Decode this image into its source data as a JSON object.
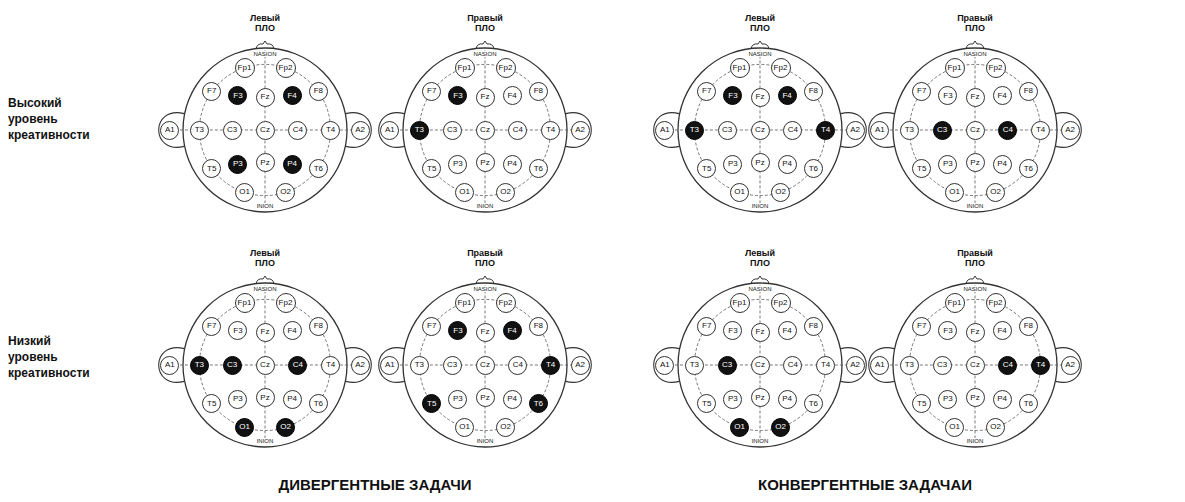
{
  "diagram": {
    "nodes": [
      {
        "text": [
          "Левый ПЛО",
          "NASION",
          "INION"
        ]
      },
      {
        "text": [
          "Fp1"
        ],
        "in": 0
      },
      {
        "text": [
          "Fp2"
        ],
        "in": 0
      },
      {
        "text": [
          "F7"
        ],
        "in": 0
      },
      {
        "text": [
          "F3"
        ],
        "in": 0
      },
      {
        "text": [
          "Fz"
        ],
        "in": 0
      },
      {
        "text": [
          "F4"
        ],
        "in": 0
      },
      {
        "text": [
          "F8"
        ],
        "in": 0
      },
      {
        "text": [
          "A1"
        ],
        "in": 0
      },
      {
        "text": [
          "T3"
        ],
        "in": 0
      },
      {
        "text": [
          "C3"
        ],
        "in": 0
      },
      {
        "text": [
          "Cz"
        ],
        "in": 0
      },
      {
        "text": [
          "C4"
        ],
        "in": 0
      },
      {
        "text": [
          "T4"
        ],
        "in": 0
      },
      {
        "text": [
          "A2"
        ],
        "in": 0
      },
      {
        "text": [
          "T5"
        ],
        "in": 0
      },
      {
        "text": [
          "P3"
        ],
        "in": 0
      },
      {
        "text": [
          "Pz"
        ],
        "in": 0
      },
      {
        "text": [
          "P4"
        ],
        "in": 0
      },
      {
        "text": [
          "T6"
        ],
        "in": 0
      },
      {
        "text": [
          "O1"
        ],
        "in": 0
      },
      {
        "text": [
          "O2"
        ],
        "in": 0
      },
      {
        "text": [
          "Правый ПЛО",
          "NASION",
          "INION"
        ]
      },
      {
        "text": [
          "Fp1"
        ],
        "in": 22
      },
      {
        "text": [
          "Fp2"
        ],
        "in": 22
      },
      {
        "text": [
          "F7"
        ],
        "in": 22
      },
      {
        "text": [
          "F3"
        ],
        "in": 22
      },
      {
        "text": [
          "Fz"
        ],
        "in": 22
      },
      {
        "text": [
          "F4"
        ],
        "in": 22
      },
      {
        "text": [
          "F8"
        ],
        "in": 22
      },
      {
        "text": [
          "A1"
        ],
        "in": 22
      },
      {
        "text": [
          "T3"
        ],
        "in": 22
      },
      {
        "text": [
          "C3"
        ],
        "in": 22
      },
      {
        "text": [
          "Cz"
        ],
        "in": 22
      },
      {
        "text": [
          "C4"
        ],
        "in": 22
      },
      {
        "text": [
          "T4"
        ],
        "in": 22
      },
      {
        "text": [
          "A2"
        ],
        "in": 22
      },
      {
        "text": [
          "T5"
        ],
        "in": 22
      },
      {
        "text": [
          "P3"
        ],
        "in": 22
      },
      {
        "text": [
          "Pz"
        ],
        "in": 22
      },
      {
        "text": [
          "P4"
        ],
        "in": 22
      },
      {
        "text": [
          "T6"
        ],
        "in": 22
      },
      {
        "text": [
          "O1"
        ],
        "in": 22
      },
      {
        "text": [
          "O2"
        ],
        "in": 22
      },
      {
        "text": [
          "Левый ПЛО",
          "NASION",
          "INION"
        ]
      },
      {
        "text": [
          "Fp1"
        ],
        "in": 44
      },
      {
        "text": [
          "Fp2"
        ],
        "in": 44
      },
      {
        "text": [
          "F7"
        ],
        "in": 44
      },
      {
        "text": [
          "F3"
        ],
        "in": 44
      },
      {
        "text": [
          "Fz"
        ],
        "in": 44
      },
      {
        "text": [
          "F4"
        ],
        "in": 44
      },
      {
        "text": [
          "F8"
        ],
        "in": 44
      },
      {
        "text": [
          "A1"
        ],
        "in": 44
      },
      {
        "text": [
          "T3"
        ],
        "in": 44
      },
      {
        "text": [
          "C3"
        ],
        "in": 44
      },
      {
        "text": [
          "Cz"
        ],
        "in": 44
      },
      {
        "text": [
          "C4"
        ],
        "in": 44
      },
      {
        "text": [
          "T4"
        ],
        "in": 44
      },
      {
        "text": [
          "A2"
        ],
        "in": 44
      },
      {
        "text": [
          "T5"
        ],
        "in": 44
      },
      {
        "text": [
          "P3"
        ],
        "in": 44
      },
      {
        "text": [
          "Pz"
        ],
        "in": 44
      },
      {
        "text": [
          "P4"
        ],
        "in": 44
      },
      {
        "text": [
          "T6"
        ],
        "in": 44
      },
      {
        "text": [
          "O1"
        ],
        "in": 44
      },
      {
        "text": [
          "O2"
        ],
        "in": 44
      },
      {
        "text": [
          "Правый ПЛО",
          "NASION",
          "INION"
        ]
      },
      {
        "text": [
          "Fp1"
        ],
        "in": 66
      },
      {
        "text": [
          "Fp2"
        ],
        "in": 66
      },
      {
        "text": [
          "F7"
        ],
        "in": 66
      },
      {
        "text": [
          "F3"
        ],
        "in": 66
      },
      {
        "text": [
          "Fz"
        ],
        "in": 66
      },
      {
        "text": [
          "F4"
        ],
        "in": 66
      },
      {
        "text": [
          "F8"
        ],
        "in": 66
      },
      {
        "text": [
          "A1"
        ],
        "in": 66
      },
      {
        "text": [
          "T3"
        ],
        "in": 66
      },
      {
        "text": [
          "C3"
        ],
        "in": 66
      },
      {
        "text": [
          "Cz"
        ],
        "in": 66
      },
      {
        "text": [
          "C4"
        ],
        "in": 66
      },
      {
        "text": [
          "T4"
        ],
        "in": 66
      },
      {
        "text": [
          "A2"
        ],
        "in": 66
      },
      {
        "text": [
          "T5"
        ],
        "in": 66
      },
      {
        "text": [
          "P3"
        ],
        "in": 66
      },
      {
        "text": [
          "Pz"
        ],
        "in": 66
      },
      {
        "text": [
          "P4"
        ],
        "in": 66
      },
      {
        "text": [
          "T6"
        ],
        "in": 66
      },
      {
        "text": [
          "O1"
        ],
        "in": 66
      },
      {
        "text": [
          "O2"
        ],
        "in": 66
      },
      {
        "text": [
          "Левый ПЛО",
          "NASION",
          "INION"
        ]
      },
      {
        "text": [
          "Fp1"
        ],
        "in": 88
      },
      {
        "text": [
          "Fp2"
        ],
        "in": 88
      },
      {
        "text": [
          "F7"
        ],
        "in": 88
      },
      {
        "text": [
          "F3"
        ],
        "in": 88
      },
      {
        "text": [
          "Fz"
        ],
        "in": 88
      },
      {
        "text": [
          "F4"
        ],
        "in": 88
      },
      {
        "text": [
          "F8"
        ],
        "in": 88
      },
      {
        "text": [
          "A1"
        ],
        "in": 88
      },
      {
        "text": [
          "T3"
        ],
        "in": 88
      },
      {
        "text": [
          "C3"
        ],
        "in": 88
      },
      {
        "text": [
          "Cz"
        ],
        "in": 88
      },
      {
        "text": [
          "C4"
        ],
        "in": 88
      },
      {
        "text": [
          "T4"
        ],
        "in": 88
      },
      {
        "text": [
          "A2"
        ],
        "in": 88
      },
      {
        "text": [
          "T5"
        ],
        "in": 88
      },
      {
        "text": [
          "P3"
        ],
        "in": 88
      },
      {
        "text": [
          "Pz"
        ],
        "in": 88
      },
      {
        "text": [
          "P4"
        ],
        "in": 88
      },
      {
        "text": [
          "T6"
        ],
        "in": 88
      },
      {
        "text": [
          "O1"
        ],
        "in": 88
      },
      {
        "text": [
          "O2"
        ],
        "in": 88
      },
      {
        "text": [
          "Правый ПЛО",
          "NASION",
          "INION"
        ]
      },
      {
        "text": [
          "Fp1"
        ],
        "in": 110
      },
      {
        "text": [
          "Fp2"
        ],
        "in": 110
      },
      {
        "text": [
          "F7"
        ],
        "in": 110
      },
      {
        "text": [
          "F3"
        ],
        "in": 110
      },
      {
        "text": [
          "Fz"
        ],
        "in": 110
      },
      {
        "text": [
          "F4"
        ],
        "in": 110
      },
      {
        "text": [
          "F8"
        ],
        "in": 110
      },
      {
        "text": [
          "A1"
        ],
        "in": 110
      },
      {
        "text": [
          "T3"
        ],
        "in": 110
      },
      {
        "text": [
          "C3"
        ],
        "in": 110
      },
      {
        "text": [
          "Cz"
        ],
        "in": 110
      },
      {
        "text": [
          "C4"
        ],
        "in": 110
      },
      {
        "text": [
          "T4"
        ],
        "in": 110
      },
      {
        "text": [
          "A2"
        ],
        "in": 110
      },
      {
        "text": [
          "T5"
        ],
        "in": 110
      },
      {
        "text": [
          "P3"
        ],
        "in": 110
      },
      {
        "text": [
          "Pz"
        ],
        "in": 110
      },
      {
        "text": [
          "P4"
        ],
        "in": 110
      },
      {
        "text": [
          "T6"
        ],
        "in": 110
      },
      {
        "text": [
          "O1"
        ],
        "in": 110
      },
      {
        "text": [
          "O2"
        ],
        "in": 110
      },
      {
        "text": [
          "Левый ПЛО",
          "NASION",
          "INION"
        ]
      },
      {
        "text": [
          "Fp1"
        ],
        "in": 132
      },
      {
        "text": [
          "Fp2"
        ],
        "in": 132
      },
      {
        "text": [
          "F7"
        ],
        "in": 132
      },
      {
        "text": [
          "F3"
        ],
        "in": 132
      },
      {
        "text": [
          "Fz"
        ],
        "in": 132
      },
      {
        "text": [
          "F4"
        ],
        "in": 132
      },
      {
        "text": [
          "F8"
        ],
        "in": 132
      },
      {
        "text": [
          "A1"
        ],
        "in": 132
      },
      {
        "text": [
          "T3"
        ],
        "in": 132
      },
      {
        "text": [
          "C3"
        ],
        "in": 132
      },
      {
        "text": [
          "Cz"
        ],
        "in": 132
      },
      {
        "text": [
          "C4"
        ],
        "in": 132
      },
      {
        "text": [
          "T4"
        ],
        "in": 132
      },
      {
        "text": [
          "A2"
        ],
        "in": 132
      },
      {
        "text": [
          "T5"
        ],
        "in": 132
      },
      {
        "text": [
          "P3"
        ],
        "in": 132
      },
      {
        "text": [
          "Pz"
        ],
        "in": 132
      },
      {
        "text": [
          "P4"
        ],
        "in": 132
      },
      {
        "text": [
          "T6"
        ],
        "in": 132
      },
      {
        "text": [
          "O1"
        ],
        "in": 132
      },
      {
        "text": [
          "O2"
        ],
        "in": 132
      },
      {
        "text": [
          "Правый ПЛО",
          "NASION",
          "INION"
        ]
      },
      {
        "text": [
          "Fp1"
        ],
        "in": 154
      },
      {
        "text": [
          "Fp2"
        ],
        "in": 154
      },
      {
        "text": [
          "F7"
        ],
        "in": 154
      },
      {
        "text": [
          "F3"
        ],
        "in": 154
      },
      {
        "text": [
          "Fz"
        ],
        "in": 154
      },
      {
        "text": [
          "F4"
        ],
        "in": 154
      },
      {
        "text": [
          "F8"
        ],
        "in": 154
      },
      {
        "text": [
          "A1"
        ],
        "in": 154
      },
      {
        "text": [
          "T3"
        ],
        "in": 154
      },
      {
        "text": [
          "C3"
        ],
        "in": 154
      },
      {
        "text": [
          "Cz"
        ],
        "in": 154
      },
      {
        "text": [
          "C4"
        ],
        "in": 154
      },
      {
        "text": [
          "T4"
        ],
        "in": 154
      },
      {
        "text": [
          "A2"
        ],
        "in": 154
      },
      {
        "text": [
          "T5"
        ],
        "in": 154
      },
      {
        "text": [
          "P3"
        ],
        "in": 154
      },
      {
        "text": [
          "Pz"
        ],
        "in": 154
      },
      {
        "text": [
          "P4"
        ],
        "in": 154
      },
      {
        "text": [
          "T6"
        ],
        "in": 154
      },
      {
        "text": [
          "O1"
        ],
        "in": 154
      },
      {
        "text": [
          "O2"
        ],
        "in": 154
      }
    ],
    "labels": [
      "Высокий уровень креативности",
      "Низкий уровень креативности",
      "ДИВЕРГЕНТНЫЕ ЗАДАЧИ",
      "КОНВЕРГЕНТНЫЕ ЗАДАЧАИ"
    ]
  }
}
